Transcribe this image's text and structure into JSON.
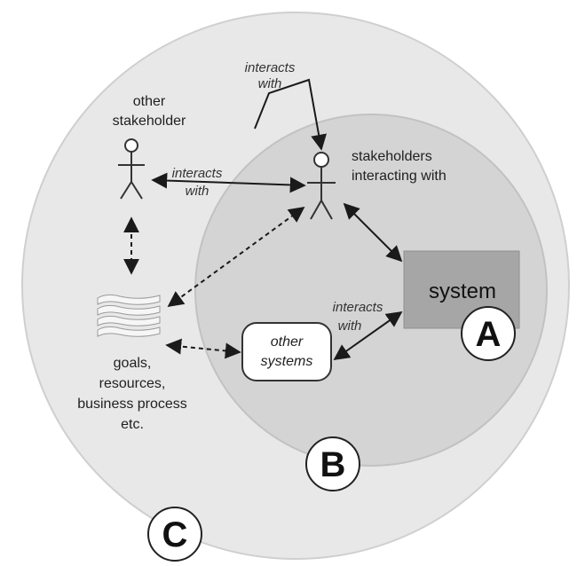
{
  "labels": {
    "other_stakeholder": [
      "other",
      "stakeholder"
    ],
    "stakeholders_interacting": [
      "stakeholders",
      "interacting with"
    ],
    "interacts_with": [
      "interacts",
      "with"
    ],
    "system": "system",
    "other_systems": [
      "other",
      "systems"
    ],
    "goals": [
      "goals,",
      "resources,",
      "business process",
      "etc."
    ]
  },
  "regions": {
    "A": "A",
    "B": "B",
    "C": "C"
  },
  "colors": {
    "outer_circle": "#e8e8e8",
    "inner_circle": "#d4d4d4",
    "system_box": "#a6a6a6",
    "lines": "#1a1a1a"
  },
  "icons": [
    "stick-figure-icon",
    "document-stack-icon"
  ]
}
